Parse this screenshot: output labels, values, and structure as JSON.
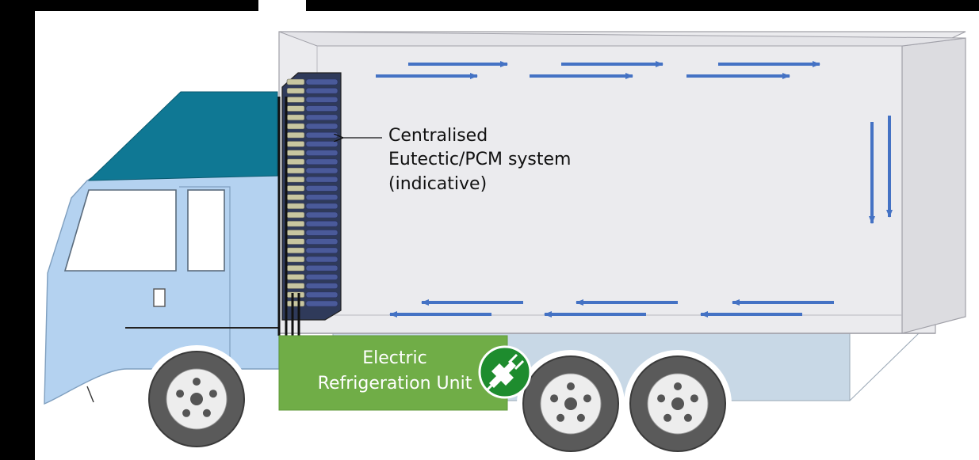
{
  "annotation": {
    "line1": "Centralised",
    "line2": "Eutectic/PCM system",
    "line3": "(indicative)"
  },
  "refrigeration_unit": {
    "line1": "Electric",
    "line2": "Refrigeration Unit",
    "icon": "power-plug-icon",
    "color": "#70ad47",
    "icon_color": "#1e8c2e"
  },
  "colors": {
    "cab": "#b4d2f0",
    "cab_roof": "#0f7894",
    "airflow_arrow": "#4472c4",
    "pcm_panel": "#4a5a9a"
  },
  "airflow": {
    "top": "left-to-right",
    "rear": "top-to-bottom",
    "bottom": "right-to-left"
  }
}
